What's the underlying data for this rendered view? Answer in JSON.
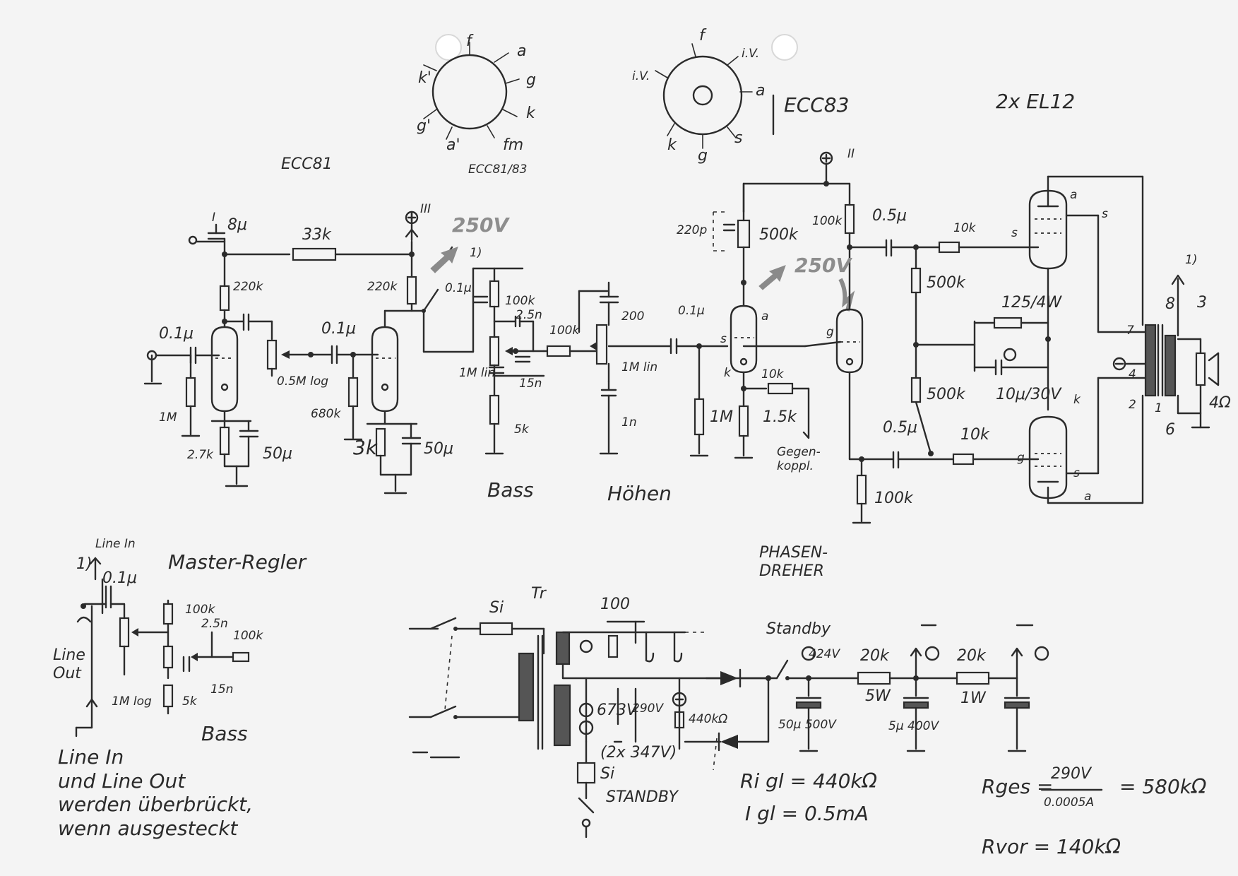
{
  "labels": {
    "ecc81_top": "ECC81",
    "ecc83_top": "ECC83",
    "el12_top": "2x EL12",
    "pin_f1": "f",
    "pin_a1": "a",
    "pin_g1": "g",
    "pin_k1": "k",
    "pin_kp": "k'",
    "pin_gp": "g'",
    "pin_ap": "a'",
    "pin_fm": "fm",
    "pinout_caption": "ECC81/83",
    "pin_f2": "f",
    "pin_iv1": "i.V.",
    "pin_iv2": "i.V.",
    "pin_a2": "a",
    "pin_k2": "k",
    "pin_g2": "g",
    "pin_s2": "s",
    "supply_I": "I",
    "supply_II": "II",
    "supply_III": "III",
    "c_8u": "8μ",
    "r_33k": "33k",
    "r_220k_a": "220k",
    "r_220k_b": "220k",
    "volt_250_a": "250V",
    "volt_250_b": "250V",
    "note_1": "1)",
    "c_01u_in": "0.1μ",
    "r_1M_in": "1M",
    "r_27k": "2.7k",
    "c_50u_a": "50μ",
    "pot_05M": "0.5M log",
    "c_01u_b": "0.1μ",
    "r_680k": "680k",
    "r_3k": "3k",
    "c_50u_b": "50μ",
    "c_01u_c": "0.1μ",
    "r_100k_bass": "100k",
    "c_25n": "2.5n",
    "pot_1M_lin": "1M lin",
    "c_15n": "15n",
    "r_5k": "5k",
    "r_100k_h": "100k",
    "c_200": "200",
    "pot_1M_lin_h": "1M lin",
    "c_1n": "1n",
    "bass": "Bass",
    "hoehen": "Höhen",
    "c_01u_d": "0.1μ",
    "c_220p": "220p",
    "r_500k_a": "500k",
    "r_1M_d": "1M",
    "r_10k_fb": "10k",
    "r_15k": "1.5k",
    "gegenkoppl": "Gegen-\nkoppl.",
    "r_100k_ph": "100k",
    "c_05u_a": "0.5μ",
    "r_10k_a": "10k",
    "r_500k_b": "500k",
    "r_500k_c": "500k",
    "c_05u_b": "0.5μ",
    "r_10k_b": "10k",
    "r_100k_bot": "100k",
    "phasen": "PHASEN-\nDREHER",
    "r_125_4W": "125/4W",
    "c_10u_30V": "10μ/30V",
    "out_8": "8",
    "out_3": "3",
    "out_6": "6",
    "out_4ohm": "4Ω",
    "out_1": "1)",
    "tx_4": "4",
    "tx_2": "2",
    "tx_1": "1",
    "tx_7": "7",
    "tube_a_s": "a",
    "tube_s1": "s",
    "tube_k1": "k",
    "tube_g1": "g",
    "el_a_top": "a",
    "el_s_top": "s",
    "el_s_top2": "s",
    "el_k_bot": "k",
    "el_g_bot": "g",
    "el_s_bot": "s",
    "el_a_bot": "a",
    "master_title": "Master-Regler",
    "line_in_top": "Line In",
    "note_1m": "1)",
    "c_01u_m": "0.1μ",
    "line_out": "Line\nOut",
    "m_100k": "100k",
    "m_25n": "2.5n",
    "m_100k_b": "100k",
    "m_15n": "15n",
    "m_1M_log": "1M log",
    "m_5k": "5k",
    "m_bass": "Bass",
    "line_note": "Line In\nund Line Out\nwerden überbrückt,\nwenn ausgesteckt",
    "si_1": "Si",
    "tr": "Tr",
    "r_100": "100",
    "v_673": "673V",
    "v_290": "290V",
    "v_2x347": "(2x 347V)",
    "r_440k": "440kΩ",
    "si_2": "Si",
    "standby_b": "STANDBY",
    "standby_t": "Standby",
    "v_424": "424V",
    "r_20k_a": "20k",
    "r_5W": "5W",
    "r_20k_b": "20k",
    "r_1W": "1W",
    "c_50u_500": "50μ 500V",
    "c_5u_400": "5μ 400V",
    "formula_rigl": "Ri gl = 440kΩ",
    "formula_igl": "I gl = 0.5mA",
    "formula_rges": "Rges =",
    "formula_num": "290V",
    "formula_den": "0.0005A",
    "formula_res": "= 580kΩ",
    "formula_rvor": "Rvor = 140kΩ"
  }
}
